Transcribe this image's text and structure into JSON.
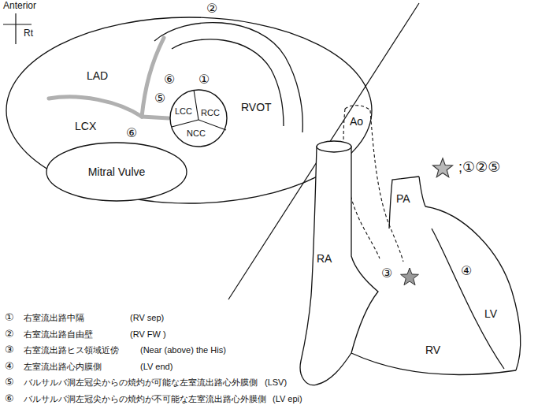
{
  "diagram": {
    "nodes": [
      {
        "text": [
          "LCC",
          "RCC",
          "NCC"
        ]
      },
      {
        "text": [
          "Mitral Vulve"
        ]
      },
      {
        "text": [
          "RA"
        ]
      }
    ],
    "labels": [
      "Anterior",
      "Rt",
      "②",
      "LAD",
      "⑥",
      "⑤",
      "①",
      "RVOT",
      "LCX",
      "⑥",
      "Ao",
      ";①②⑤",
      "PA",
      "③",
      "④",
      "LV",
      "RV",
      "①",
      "右室流出路中隔",
      "(RV sep)",
      "②",
      "右室流出路自由壁",
      "(RV FW )",
      "③",
      "右室流出路ヒス領域近傍",
      "(Near (above) the His)",
      "④",
      "左室流出路心内膜側",
      "(LV end)",
      "⑤",
      "バルサルバ洞左冠尖からの焼灼が可能な左室流出路心外膜側",
      "(LSV)",
      "⑥",
      "バルサルバ洞左冠尖からの焼灼が不可能な左室流出路心外膜側",
      "(LV epi)"
    ]
  }
}
